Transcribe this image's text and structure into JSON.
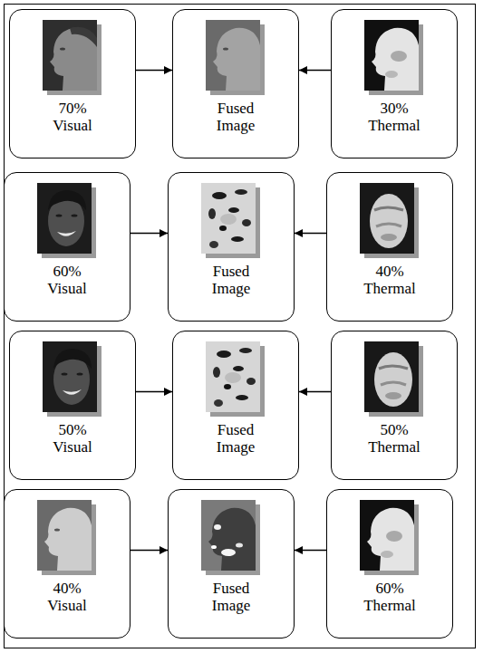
{
  "diagram": {
    "nodes": [
      {
        "text": [
          "70% Visual"
        ]
      },
      {
        "text": [
          "Fused Image"
        ]
      },
      {
        "text": [
          "30% Thermal"
        ]
      },
      {
        "text": [
          "60% Visual"
        ]
      },
      {
        "text": [
          "Fused Image"
        ]
      },
      {
        "text": [
          "40% Thermal"
        ]
      },
      {
        "text": [
          "50% Visual"
        ]
      },
      {
        "text": [
          "Fused Image"
        ]
      },
      {
        "text": [
          "50% Thermal"
        ]
      },
      {
        "text": [
          "40% Visual"
        ]
      },
      {
        "text": [
          "Fused Image"
        ]
      },
      {
        "text": [
          "60% Thermal"
        ]
      }
    ],
    "edges": [
      {
        "from": 0,
        "to": 1,
        "arrow": "to"
      },
      {
        "from": 2,
        "to": 1,
        "arrow": "to"
      },
      {
        "from": 3,
        "to": 4,
        "arrow": "to"
      },
      {
        "from": 5,
        "to": 4,
        "arrow": "to"
      },
      {
        "from": 6,
        "to": 7,
        "arrow": "to"
      },
      {
        "from": 8,
        "to": 7,
        "arrow": "to"
      },
      {
        "from": 9,
        "to": 10,
        "arrow": "to"
      },
      {
        "from": 11,
        "to": 10,
        "arrow": "to"
      }
    ]
  }
}
